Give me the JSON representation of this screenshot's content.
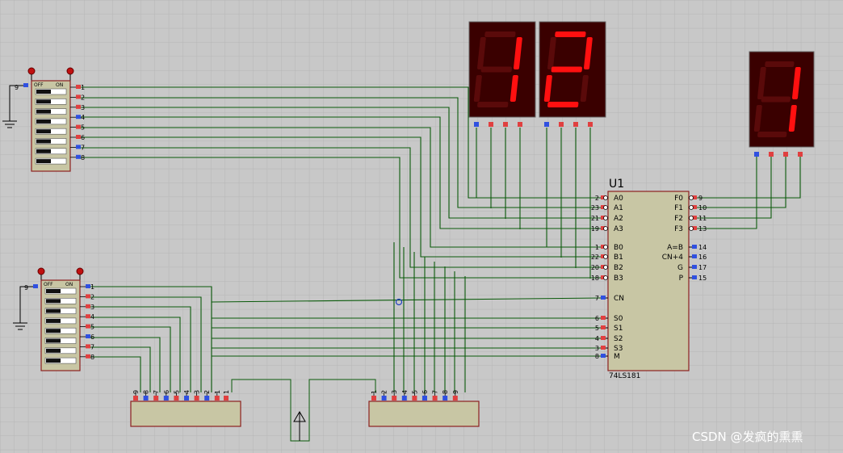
{
  "colors": {
    "background": "#c8c8c8",
    "grid": "#b4b4b4",
    "wire": "#0a5a0a",
    "chip_fill": "#c8c6a4",
    "chip_border": "#8c2020",
    "pin_red": "#e04040",
    "pin_blue": "#3050e0",
    "display_body": "#3a0000",
    "segment_on": "#ff1010",
    "segment_off": "#5a0a0a"
  },
  "chip": {
    "ref": "U1",
    "part": "74LS181",
    "left_pins": [
      {
        "num": "2",
        "name": "A0"
      },
      {
        "num": "23",
        "name": "A1"
      },
      {
        "num": "21",
        "name": "A2"
      },
      {
        "num": "19",
        "name": "A3"
      },
      {
        "num": "1",
        "name": "B0"
      },
      {
        "num": "22",
        "name": "B1"
      },
      {
        "num": "20",
        "name": "B2"
      },
      {
        "num": "18",
        "name": "B3"
      },
      {
        "num": "7",
        "name": "CN"
      },
      {
        "num": "6",
        "name": "S0"
      },
      {
        "num": "5",
        "name": "S1"
      },
      {
        "num": "4",
        "name": "S2"
      },
      {
        "num": "3",
        "name": "S3"
      },
      {
        "num": "8",
        "name": "M"
      }
    ],
    "right_pins": [
      {
        "num": "9",
        "name": "F0"
      },
      {
        "num": "10",
        "name": "F1"
      },
      {
        "num": "11",
        "name": "F2"
      },
      {
        "num": "13",
        "name": "F3"
      },
      {
        "num": "14",
        "name": "A=B"
      },
      {
        "num": "16",
        "name": "CN+4"
      },
      {
        "num": "17",
        "name": "G"
      },
      {
        "num": "15",
        "name": "P"
      }
    ]
  },
  "dipswitches": [
    {
      "common_pin": "9",
      "off_label": "OFF",
      "on_label": "ON",
      "pins": [
        "1",
        "2",
        "3",
        "4",
        "5",
        "6",
        "7",
        "8"
      ]
    },
    {
      "common_pin": "9",
      "off_label": "OFF",
      "on_label": "ON",
      "pins": [
        "1",
        "2",
        "3",
        "4",
        "5",
        "6",
        "7",
        "8"
      ]
    }
  ],
  "displays": [
    {
      "digit": "1",
      "segments": [
        "b",
        "c"
      ]
    },
    {
      "digit": "2",
      "segments": [
        "a",
        "b",
        "g",
        "e",
        "d"
      ]
    },
    {
      "digit": "1",
      "segments": [
        "b",
        "c"
      ]
    }
  ],
  "connectors": [
    {
      "labels": [
        "9",
        "8",
        "7",
        "6",
        "5",
        "4",
        "3",
        "2",
        "1"
      ]
    },
    {
      "labels": [
        "1",
        "2",
        "3",
        "4",
        "5",
        "6",
        "7",
        "8",
        "9"
      ]
    }
  ],
  "watermark": "CSDN @发疯的熏熏"
}
